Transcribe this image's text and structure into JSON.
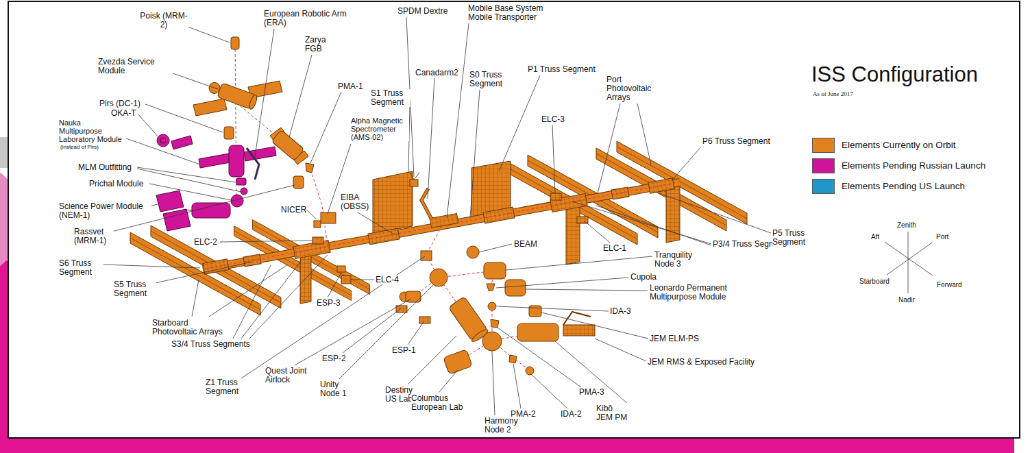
{
  "diagram": {
    "title": "ISS Configuration",
    "labels": [
      "As of June 2017",
      "Poisk (MRM-2)",
      "Zvezda Service Module",
      "Pirs (DC-1)",
      "OKA-T",
      "Nauka Multipurpose Laboratory Module",
      "(instead of Pirs)",
      "MLM Outfitting",
      "Prichal Module",
      "Science Power Module (NEM-1)",
      "Rassvet (MRM-1)",
      "NICER",
      "ELC-2",
      "S6 Truss Segment",
      "S5 Truss Segment",
      "Starboard Photovoltaic Arrays",
      "S3/4 Truss Segments",
      "Z1 Truss Segment",
      "Quest Joint Airlock",
      "ESP-2",
      "Unity Node 1",
      "ESP-1",
      "Destiny US Lab",
      "Columbus European Lab",
      "Harmony Node 2",
      "PMA-2",
      "IDA-2",
      "PMA-3",
      "Kibō JEM PM",
      "JEM RMS & Exposed Facility",
      "JEM ELM-PS",
      "IDA-3",
      "Leonardo Permanent Multipurpose Module",
      "Cupola",
      "Tranquility Node 3",
      "BEAM",
      "ELC-1",
      "P3/4 Truss Segments",
      "P5 Truss Segment",
      "P6 Truss Segment",
      "Port Photovoltaic Arrays",
      "ELC-3",
      "P1 Truss Segment",
      "S0 Truss Segment",
      "Mobile Base System Mobile Transporter",
      "Canadarm2",
      "SPDM Dextre",
      "S1 Truss Segment",
      "Alpha Magnetic Spectrometer (AMS-02)",
      "PMA-1",
      "Zarya FGB",
      "European Robotic Arm (ERA)",
      "EIBA (OBSS)",
      "ELC-4",
      "ESP-3",
      "Zenith",
      "Aft",
      "Port",
      "Starboard",
      "Forward",
      "Nadir"
    ],
    "legend": [
      {
        "text": "Elements Currently on Orbit",
        "color": "#e2821f"
      },
      {
        "text": "Elements Pending Russian Launch",
        "color": "#d0149a"
      },
      {
        "text": "Elements Pending US Launch",
        "color": "#1f97c8"
      }
    ]
  }
}
